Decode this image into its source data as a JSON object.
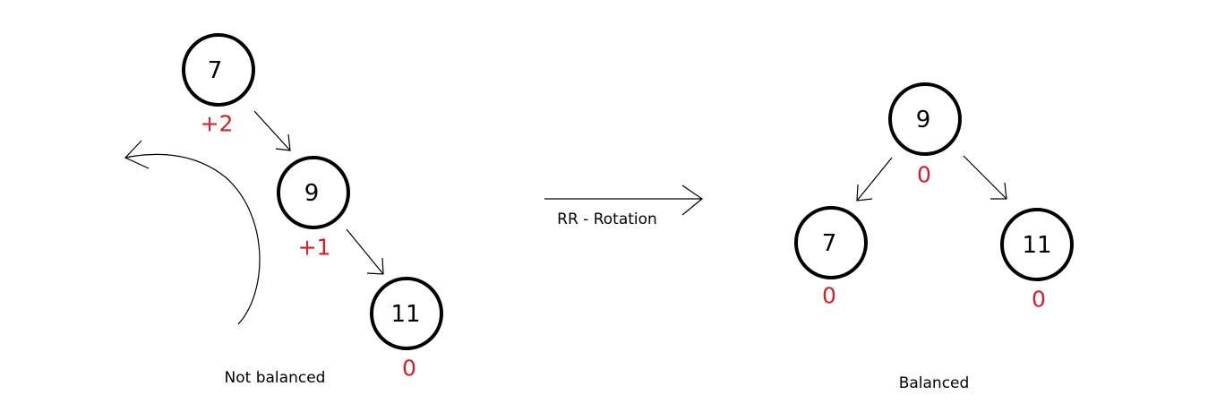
{
  "colors": {
    "node_stroke": "#000000",
    "balance_factor": "#d0202a",
    "text": "#000000"
  },
  "before": {
    "caption": "Not balanced",
    "nodes": [
      {
        "value": "7",
        "balance_factor": "+2"
      },
      {
        "value": "9",
        "balance_factor": "+1"
      },
      {
        "value": "11",
        "balance_factor": "0"
      }
    ]
  },
  "transition": {
    "label": "RR - Rotation"
  },
  "after": {
    "caption": "Balanced",
    "nodes": [
      {
        "value": "9",
        "balance_factor": "0"
      },
      {
        "value": "7",
        "balance_factor": "0"
      },
      {
        "value": "11",
        "balance_factor": "0"
      }
    ]
  }
}
